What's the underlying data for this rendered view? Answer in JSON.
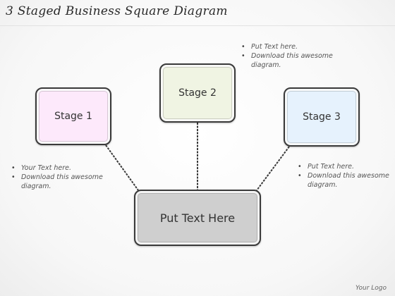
{
  "title": "3 Staged Business Square Diagram",
  "stages": [
    {
      "label": "Stage 1",
      "fill": "#fde9fb"
    },
    {
      "label": "Stage 2",
      "fill": "#f0f4e3"
    },
    {
      "label": "Stage 3",
      "fill": "#e6f2fd"
    }
  ],
  "center": {
    "label": "Put Text Here",
    "fill": "#cfcfcf"
  },
  "notes": {
    "top": [
      "Put Text here.",
      "Download this awesome diagram."
    ],
    "left": [
      "Your Text here.",
      "Download this awesome diagram."
    ],
    "right": [
      "Put Text here.",
      "Download this awesome diagram."
    ]
  },
  "logo": "Your Logo",
  "colors": {
    "outline": "#3a3a3a",
    "connector": "#3a3a3a"
  }
}
